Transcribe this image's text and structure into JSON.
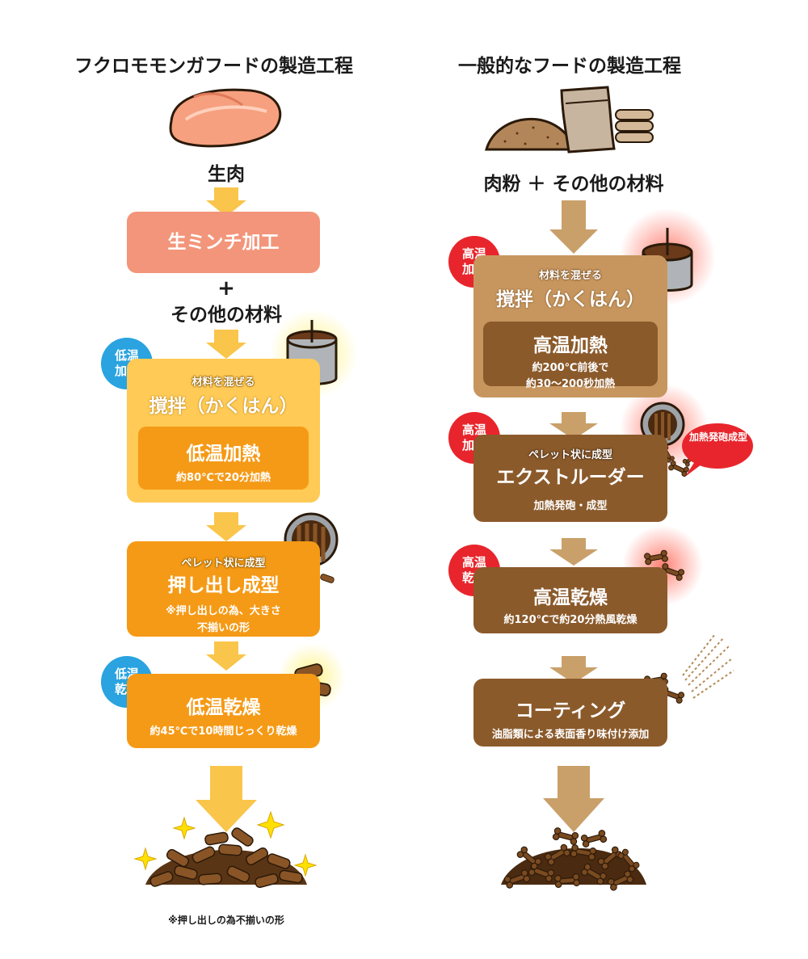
{
  "colors": {
    "salmon": "#f3957a",
    "yellow_light": "#ffca55",
    "orange": "#f59a16",
    "orange_dark": "#e98c10",
    "blue_badge": "#2aa3e0",
    "red_badge": "#e8252c",
    "tan": "#c7965e",
    "brown": "#8b5a2b",
    "brown_dark": "#7b4b22",
    "arrow_yellow": "#f9c54a",
    "arrow_tan": "#c9a06a"
  },
  "left": {
    "title": "フクロモモンガフードの製造工程",
    "raw_label": "生肉",
    "step1": "生ミンチ加工",
    "plus": "+",
    "other_label": "その他の材料",
    "badge1": "低温加熱",
    "mix_tag": "材料を混ぜる",
    "mix_title": "撹拌（かくはん）",
    "heat_title": "低温加熱",
    "heat_note": "約80℃で20分加熱",
    "extrude_tag": "ペレット状に成型",
    "extrude_title": "押し出し成型",
    "extrude_note1": "※押し出しの為、大きさ",
    "extrude_note2": "不揃いの形",
    "badge2": "低温乾燥",
    "dry_title": "低温乾燥",
    "dry_note": "約45℃で10時間じっくり乾燥",
    "footnote": "※押し出しの為不揃いの形"
  },
  "right": {
    "title": "一般的なフードの製造工程",
    "raw_label": "肉粉 ＋ その他の材料",
    "badge1": "高温加熱",
    "mix_tag": "材料を混ぜる",
    "mix_title": "撹拌（かくはん）",
    "heat_title": "高温加熱",
    "heat_note1": "約200℃前後で",
    "heat_note2": "約30～200秒加熱",
    "badge2": "高温加熱",
    "extrude_tag": "ペレット状に成型",
    "extrude_title": "エクストルーダー",
    "extrude_note": "加熱発砲・成型",
    "bubble": "加熱発砲成型",
    "badge3": "高温乾燥",
    "dry_title": "高温乾燥",
    "dry_note": "約120℃で約20分熱風乾燥",
    "coat_title": "コーティング",
    "coat_note": "油脂類による表面香り味付け添加"
  }
}
